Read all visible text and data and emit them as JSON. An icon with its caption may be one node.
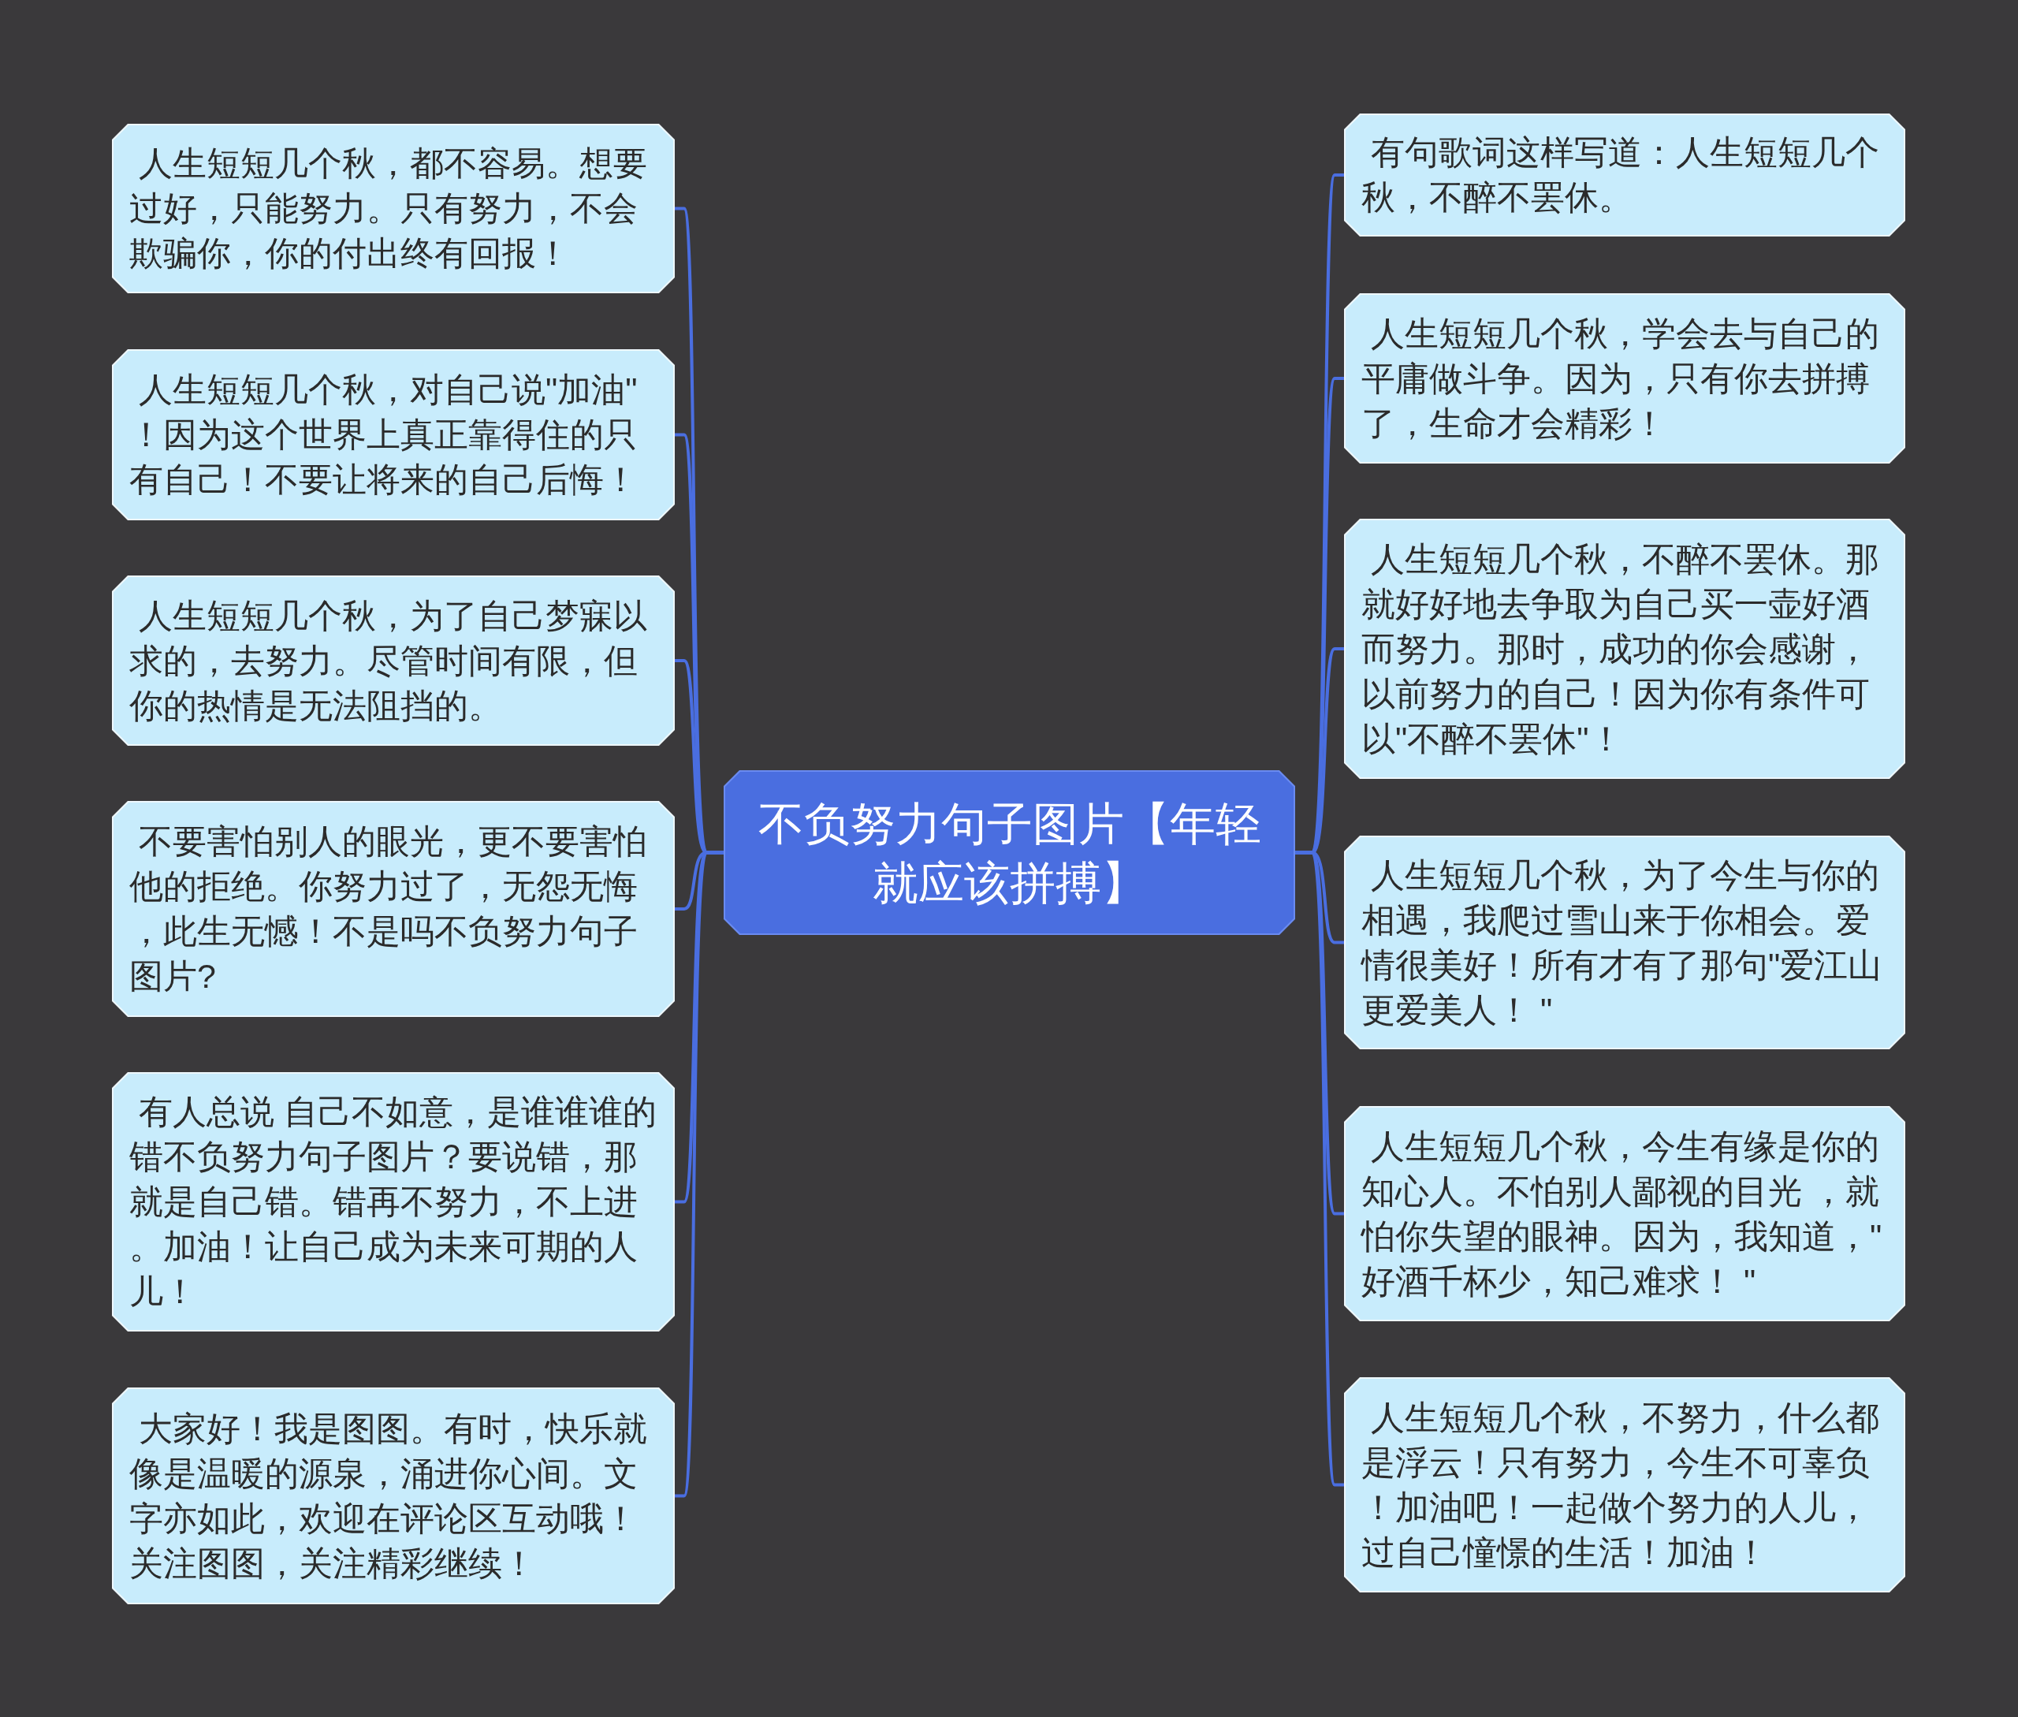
{
  "diagram": {
    "nodes": [
      {
        "text": [
          "不负努力句子图片【年轻就应该拼搏】"
        ]
      },
      {
        "text": [
          "人生短短几个秋，都不容易。想要过好，只能努力。只有努力，不会欺骗你，你的付出终有回报！"
        ]
      },
      {
        "text": [
          "人生短短几个秋，对自己说\"加油\"！因为这个世界上真正靠得住的只有自己！不要让将来的自己后悔！"
        ]
      },
      {
        "text": [
          "人生短短几个秋，为了自己梦寐以求的，去努力。尽管时间有限，但你的热情是无法阻挡的。"
        ]
      },
      {
        "text": [
          "不要害怕别人的眼光，更不要害怕他的拒绝。你努力过了，无怨无悔，此生无憾！不是吗不负努力句子图片?"
        ]
      },
      {
        "text": [
          "有人总说 自己不如意，是谁谁谁的错不负努力句子图片？要说错，那就是自己错。错再不努力，不上进。加油！让自己成为未来可期的人儿！"
        ]
      },
      {
        "text": [
          "大家好！我是图图。有时，快乐就像是温暖的源泉，涌进你心间。文字亦如此，欢迎在评论区互动哦！关注图图，关注精彩继续！"
        ]
      },
      {
        "text": [
          "有句歌词这样写道：人生短短几个秋，不醉不罢休。"
        ]
      },
      {
        "text": [
          "人生短短几个秋，学会去与自己的平庸做斗争。因为，只有你去拼搏了，生命才会精彩！"
        ]
      },
      {
        "text": [
          "人生短短几个秋，不醉不罢休。那就好好地去争取为自己买一壶好酒而努力。那时，成功的你会感谢，以前努力的自己！因为你有条件可以\"不醉不罢休\"！"
        ]
      },
      {
        "text": [
          "人生短短几个秋，为了今生与你的相遇，我爬过雪山来于你相会。爱情很美好！所有才有了那句\"爱江山更爱美人！ \""
        ]
      },
      {
        "text": [
          "人生短短几个秋，今生有缘是你的知心人。不怕别人鄙视的目光 ，就怕你失望的眼神。因为，我知道，\"好酒千杯少，知己难求！ \""
        ]
      },
      {
        "text": [
          "人生短短几个秋，不努力，什么都是浮云！只有努力，今生不可辜负！加油吧！一起做个努力的人儿，过自己憧憬的生活！加油！"
        ]
      }
    ],
    "edges": [
      {
        "from": 0,
        "to": 1,
        "arrow": "none"
      },
      {
        "from": 0,
        "to": 2,
        "arrow": "none"
      },
      {
        "from": 0,
        "to": 3,
        "arrow": "none"
      },
      {
        "from": 0,
        "to": 4,
        "arrow": "none"
      },
      {
        "from": 0,
        "to": 5,
        "arrow": "none"
      },
      {
        "from": 0,
        "to": 6,
        "arrow": "none"
      },
      {
        "from": 0,
        "to": 7,
        "arrow": "none"
      },
      {
        "from": 0,
        "to": 8,
        "arrow": "none"
      },
      {
        "from": 0,
        "to": 9,
        "arrow": "none"
      },
      {
        "from": 0,
        "to": 10,
        "arrow": "none"
      },
      {
        "from": 0,
        "to": 11,
        "arrow": "none"
      },
      {
        "from": 0,
        "to": 12,
        "arrow": "none"
      }
    ]
  }
}
